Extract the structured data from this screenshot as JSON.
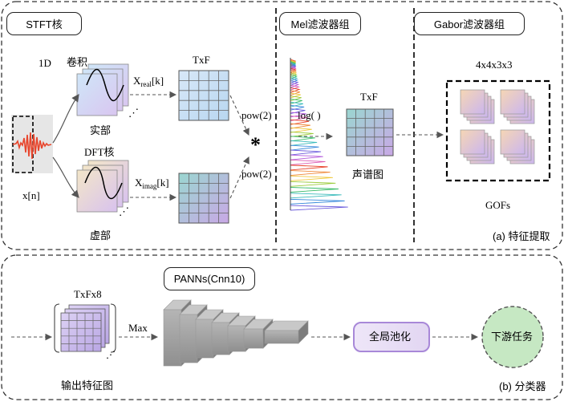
{
  "panels": {
    "feature_extraction": {
      "caption": "(a) 特征提取",
      "stft": {
        "title": "STFT核",
        "label_1d": "1D",
        "label_conv": "卷积",
        "label_real": "实部",
        "label_dft": "DFT核",
        "label_imag": "虚部",
        "label_input": "x[n]",
        "label_xreal": "X",
        "label_xreal_sub": "real",
        "label_xreal_k": "[k]",
        "label_ximag": "X",
        "label_ximag_sub": "imag",
        "label_ximag_k": "[k]",
        "label_txf": "TxF",
        "label_pow_top": "pow(2)",
        "label_pow_bottom": "pow(2)",
        "operator": "*"
      },
      "mel": {
        "title": "Mel滤波器组",
        "label_log": "log( )",
        "label_txf": "TxF",
        "label_spectrogram": "声谱图"
      },
      "gabor": {
        "title": "Gabor滤波器组",
        "label_dims": "4x4x3x3",
        "label_gofs": "GOFs"
      }
    },
    "classifier": {
      "caption": "(b) 分类器",
      "label_txfx8": "TxFx8",
      "label_max": "Max",
      "label_output": "输出特征图",
      "label_panns": "PANNs(Cnn10)",
      "label_pool": "全局池化",
      "label_task": "下游任务"
    }
  },
  "colors": {
    "accent_red": "#e8452c",
    "grid_blue": "#c8e0f4",
    "grid_purple": "#d9c4ec",
    "grid_lavender": "#c9b8ea",
    "pool_purple": "#a888d8",
    "task_green": "#c6e8c3",
    "gray_block": "#a9a9a9"
  }
}
